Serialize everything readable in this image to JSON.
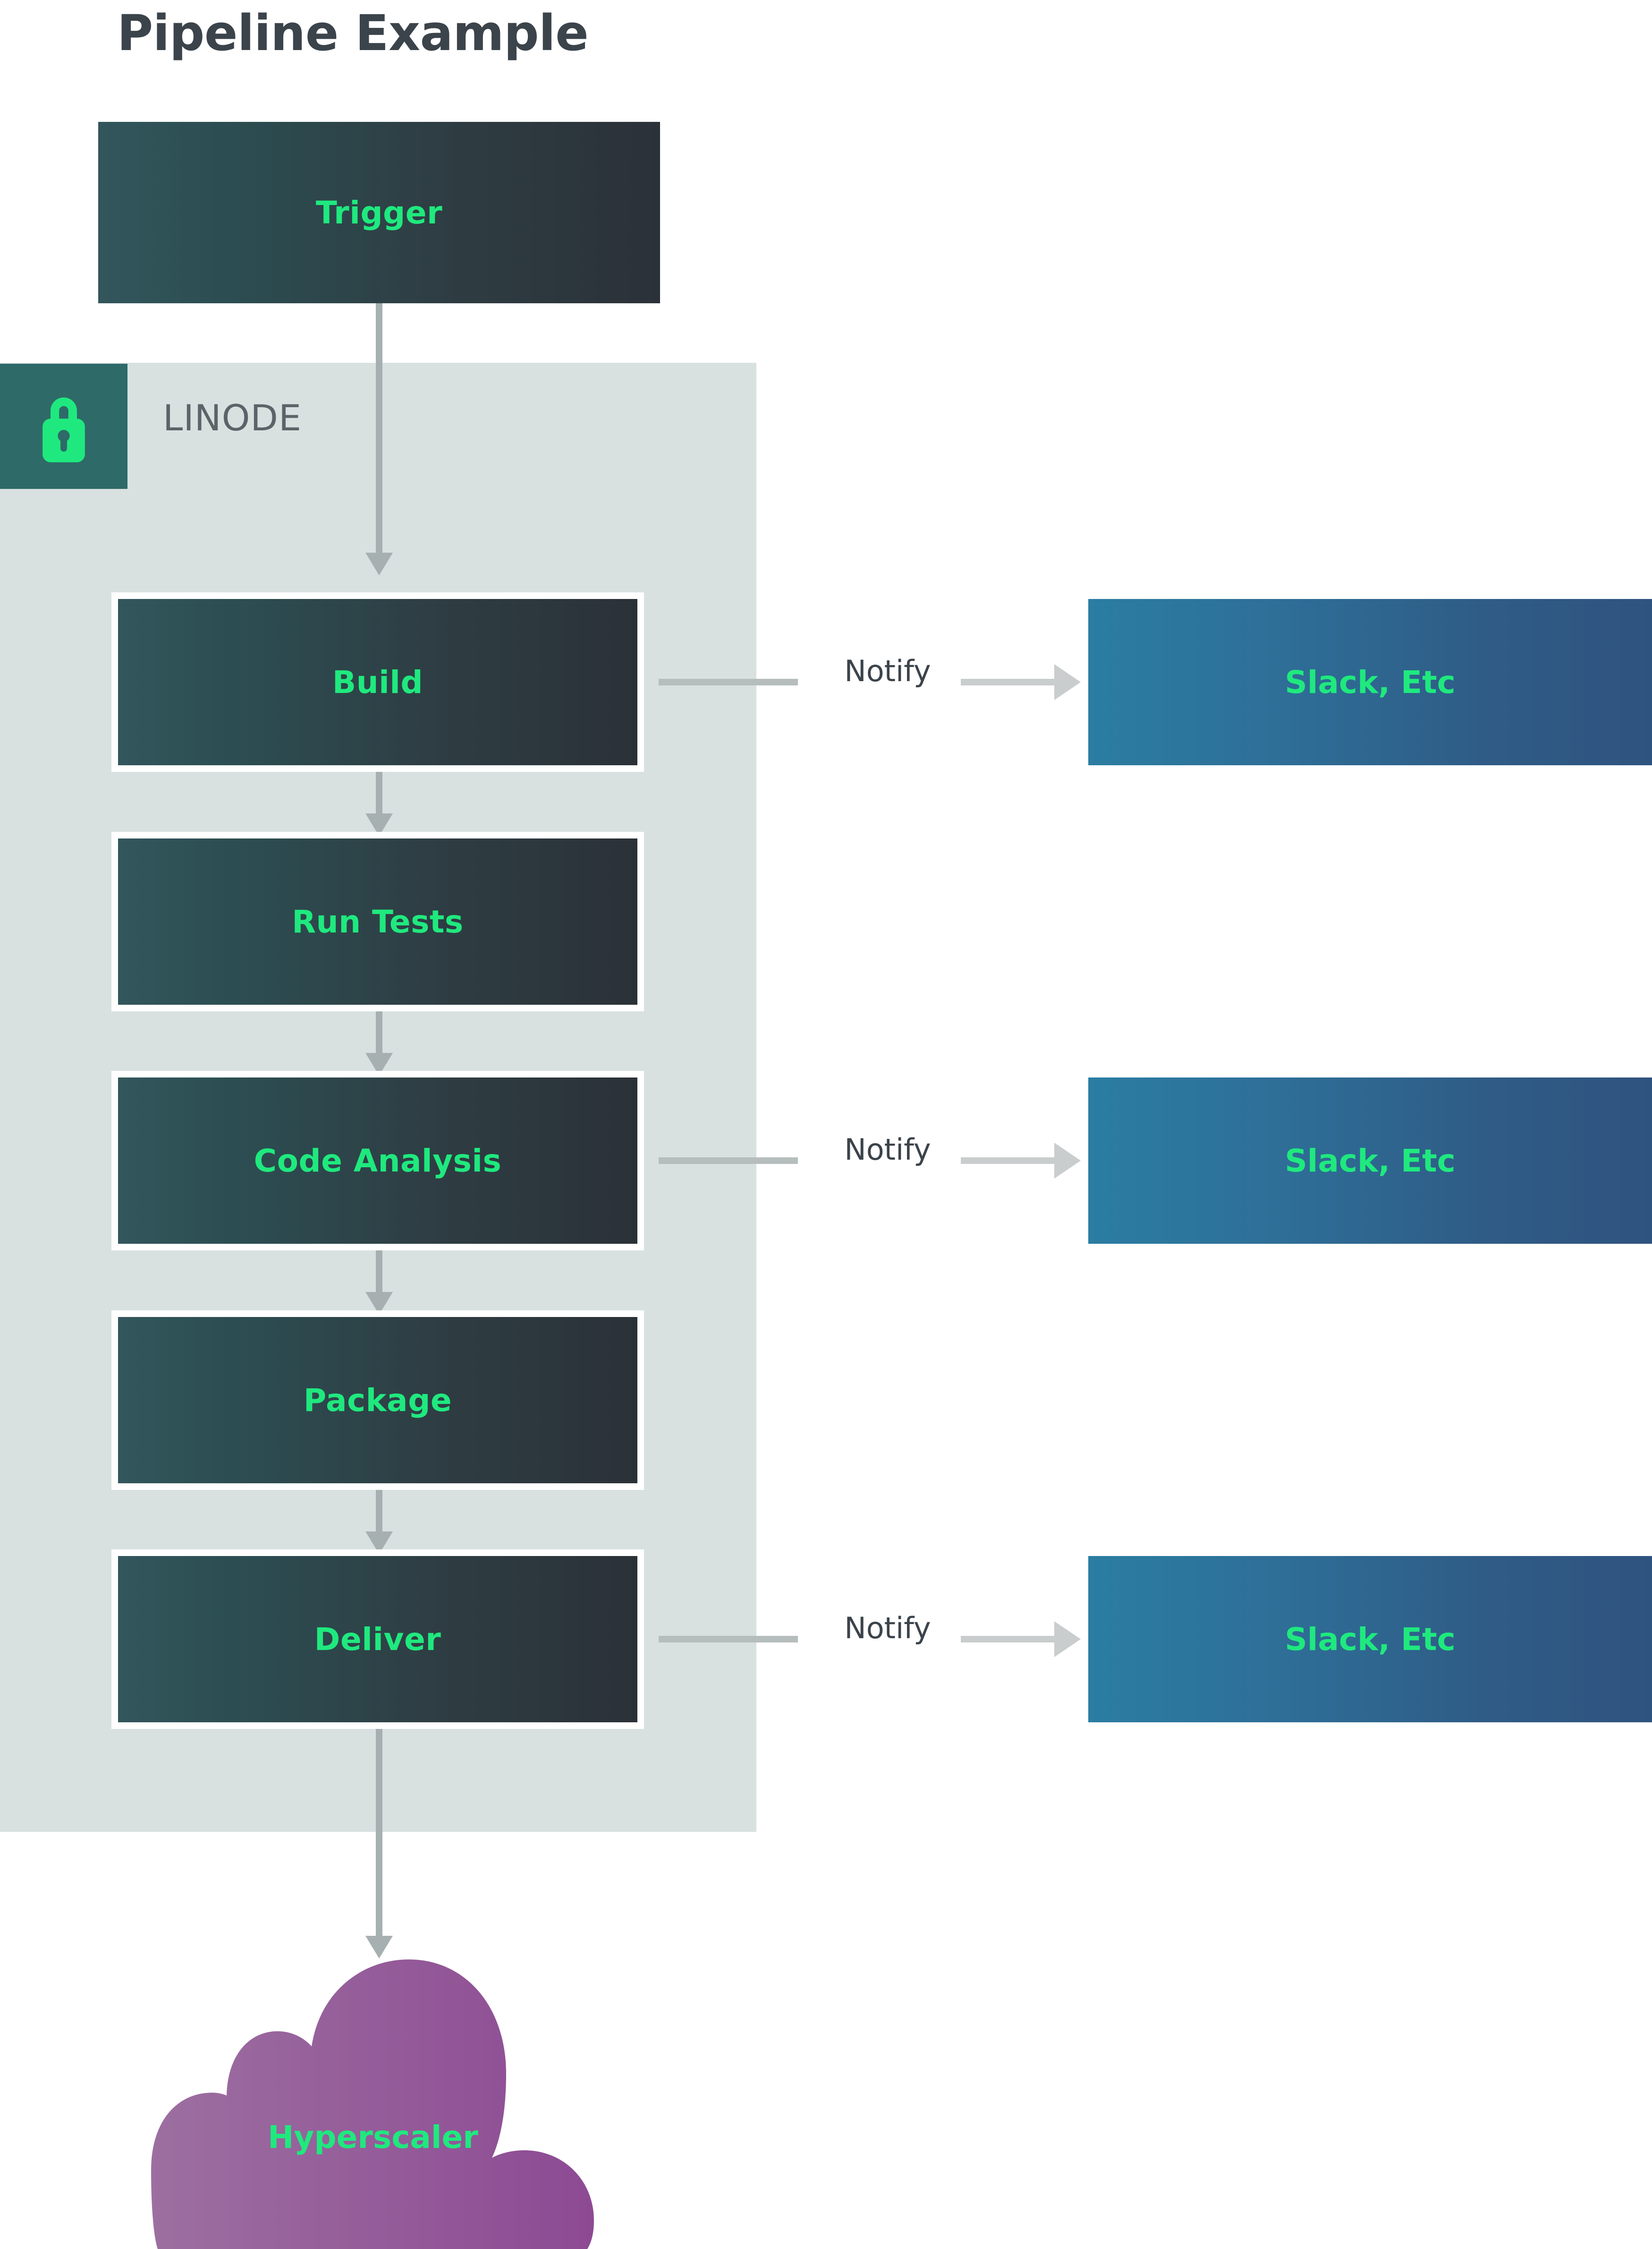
{
  "title": "Pipeline Example",
  "colors": {
    "accent_green": "#1fe97e",
    "zone_background": "#d8e1e0",
    "lock_badge": "#2e6a68",
    "stage_gradient_start": "#32565c",
    "stage_gradient_end": "#2b3138",
    "notify_gradient_start": "#2b7da2",
    "notify_gradient_end": "#2f537f",
    "cloud_gradient_start": "#9c6fa0",
    "cloud_gradient_end": "#8d4a93",
    "arrow_gray": "#a7b0b0",
    "title_text": "#3b434b",
    "zone_label_text": "#5b6468"
  },
  "trigger": {
    "label": "Trigger"
  },
  "zone": {
    "name": "LINODE",
    "icon": "lock-icon"
  },
  "stages": [
    {
      "id": "build",
      "label": "Build"
    },
    {
      "id": "run-tests",
      "label": "Run Tests"
    },
    {
      "id": "code-analysis",
      "label": "Code Analysis"
    },
    {
      "id": "package",
      "label": "Package"
    },
    {
      "id": "deliver",
      "label": "Deliver"
    }
  ],
  "notifications": [
    {
      "from": "build",
      "edge_label": "Notify",
      "target": "Slack, Etc"
    },
    {
      "from": "code-analysis",
      "edge_label": "Notify",
      "target": "Slack, Etc"
    },
    {
      "from": "deliver",
      "edge_label": "Notify",
      "target": "Slack, Etc"
    }
  ],
  "cloud": {
    "label": "Hyperscaler"
  }
}
